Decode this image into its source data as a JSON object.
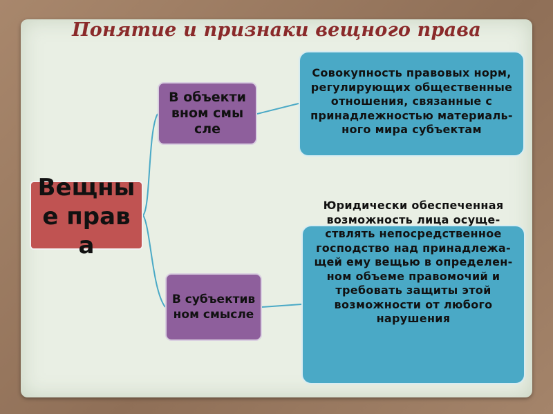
{
  "slide": {
    "title": "Понятие и признаки вещного права"
  },
  "diagram": {
    "root": "Вещные права",
    "branches": [
      {
        "label": "В объективном смысле",
        "definition": "Совокупность правовых норм, регулирующих общественные отношения, связанные с принадлежностью материаль-ного мира субъектам"
      },
      {
        "label": "В субъективном смысле",
        "definition": "Юридически обеспеченная возможность лица осуще-ствлять непосредственное господство над принадлежа-щей ему вещью в определен-ном объеме правомочий и требовать защиты этой возможности от любого нарушения"
      }
    ]
  },
  "colors": {
    "title": "#8a2a2a",
    "root_fill": "#c05352",
    "branch_fill": "#8e5f9c",
    "definition_fill": "#4aa9c6",
    "connector": "#4aa9c6",
    "background": "#e9efe4",
    "frame": "#9c7d63"
  }
}
